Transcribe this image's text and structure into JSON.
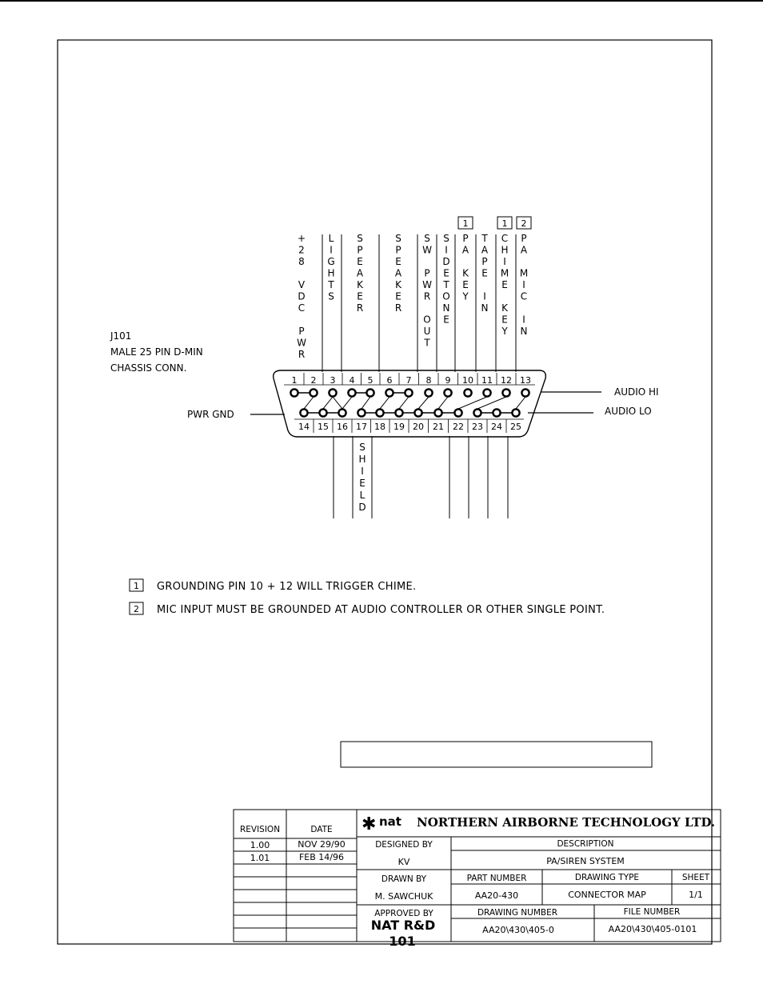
{
  "connector": {
    "designation": "J101",
    "desc_line1": "MALE 25 PIN D-MIN",
    "desc_line2": "CHASSIS CONN.",
    "top_pins": [
      "1",
      "2",
      "3",
      "4",
      "5",
      "6",
      "7",
      "8",
      "9",
      "10",
      "11",
      "12",
      "13"
    ],
    "bottom_pins": [
      "14",
      "15",
      "16",
      "17",
      "18",
      "19",
      "20",
      "21",
      "22",
      "23",
      "24",
      "25"
    ],
    "label_pwr_gnd": "PWR GND",
    "label_audio_hi": "AUDIO HI",
    "label_audio_lo": "AUDIO LO"
  },
  "signals_top": [
    {
      "pin": "1",
      "letters": [
        "+",
        "2",
        "8",
        "",
        "V",
        "D",
        "C",
        "",
        "P",
        "W",
        "R"
      ]
    },
    {
      "pin": "3",
      "letters": [
        "L",
        "I",
        "G",
        "H",
        "T",
        "S"
      ]
    },
    {
      "pin": "5",
      "letters": [
        "S",
        "P",
        "E",
        "A",
        "K",
        "E",
        "R"
      ]
    },
    {
      "pin": "7",
      "letters": [
        "S",
        "P",
        "E",
        "A",
        "K",
        "E",
        "R"
      ]
    },
    {
      "pin": "8",
      "letters": [
        "S",
        "W",
        "",
        "P",
        "W",
        "R",
        "",
        "O",
        "U",
        "T"
      ]
    },
    {
      "pin": "9",
      "letters": [
        "S",
        "I",
        "D",
        "E",
        "T",
        "O",
        "N",
        "E"
      ]
    },
    {
      "pin": "10",
      "letters": [
        "P",
        "A",
        "",
        "K",
        "E",
        "Y"
      ]
    },
    {
      "pin": "11",
      "letters": [
        "T",
        "A",
        "P",
        "E",
        "",
        "I",
        "N"
      ]
    },
    {
      "pin": "12",
      "letters": [
        "C",
        "H",
        "I",
        "M",
        "E",
        "",
        "K",
        "E",
        "Y"
      ]
    },
    {
      "pin": "13",
      "letters": [
        "P",
        "A",
        "",
        "M",
        "I",
        "C",
        "",
        "I",
        "N"
      ]
    }
  ],
  "signal_bottom": {
    "pin": "17",
    "letters": [
      "S",
      "H",
      "I",
      "E",
      "L",
      "D"
    ]
  },
  "note_flags": [
    "1",
    "1",
    "2"
  ],
  "notes": [
    {
      "num": "1",
      "text": "GROUNDING PIN 10 + 12 WILL TRIGGER CHIME."
    },
    {
      "num": "2",
      "text": "MIC INPUT MUST BE GROUNDED AT AUDIO CONTROLLER OR OTHER SINGLE POINT."
    }
  ],
  "title_block": {
    "company_mark": "nat",
    "company_name": "NORTHERN AIRBORNE TECHNOLOGY LTD.",
    "revision_header": "REVISION",
    "date_header": "DATE",
    "revisions": [
      {
        "rev": "1.00",
        "date": "NOV 29/90"
      },
      {
        "rev": "1.01",
        "date": "FEB 14/96"
      }
    ],
    "designed_by_label": "DESIGNED BY",
    "designed_by": "KV",
    "description_label": "DESCRIPTION",
    "description": "PA/SIREN SYSTEM",
    "drawn_by_label": "DRAWN BY",
    "drawn_by": "M. SAWCHUK",
    "part_number_label": "PART NUMBER",
    "part_number": "AA20-430",
    "drawing_type_label": "DRAWING TYPE",
    "drawing_type": "CONNECTOR MAP",
    "sheet_label": "SHEET",
    "sheet": "1/1",
    "approved_by_label": "APPROVED BY",
    "approved_by": "NAT R&D",
    "approved_stamp": "101",
    "drawing_number_label": "DRAWING NUMBER",
    "drawing_number": "AA20\\430\\405-0",
    "file_number_label": "FILE NUMBER",
    "file_number": "AA20\\430\\405-0101"
  }
}
